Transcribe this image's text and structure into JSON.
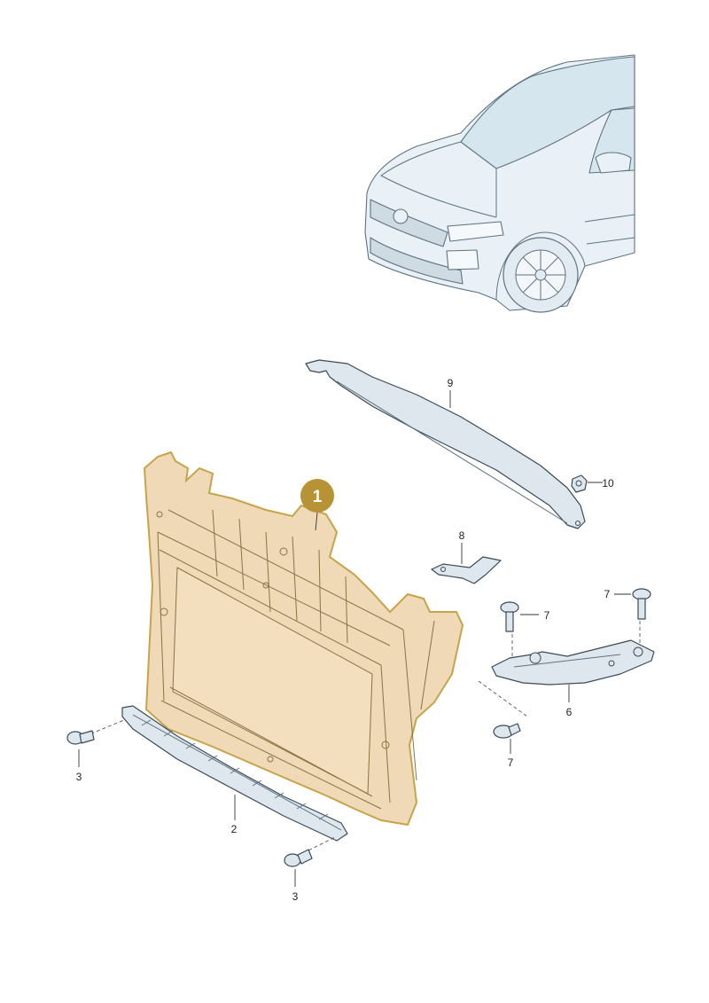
{
  "diagram": {
    "highlight_label": "1",
    "colors": {
      "highlight_fill": "#efd9b6",
      "highlight_stroke": "#c7a34a",
      "badge": "#b89335",
      "part_fill": "#dfe7ee",
      "car_fill": "#e9f1f6"
    },
    "callouts": [
      "2",
      "3",
      "3",
      "6",
      "7",
      "7",
      "7",
      "8",
      "9",
      "10"
    ]
  }
}
